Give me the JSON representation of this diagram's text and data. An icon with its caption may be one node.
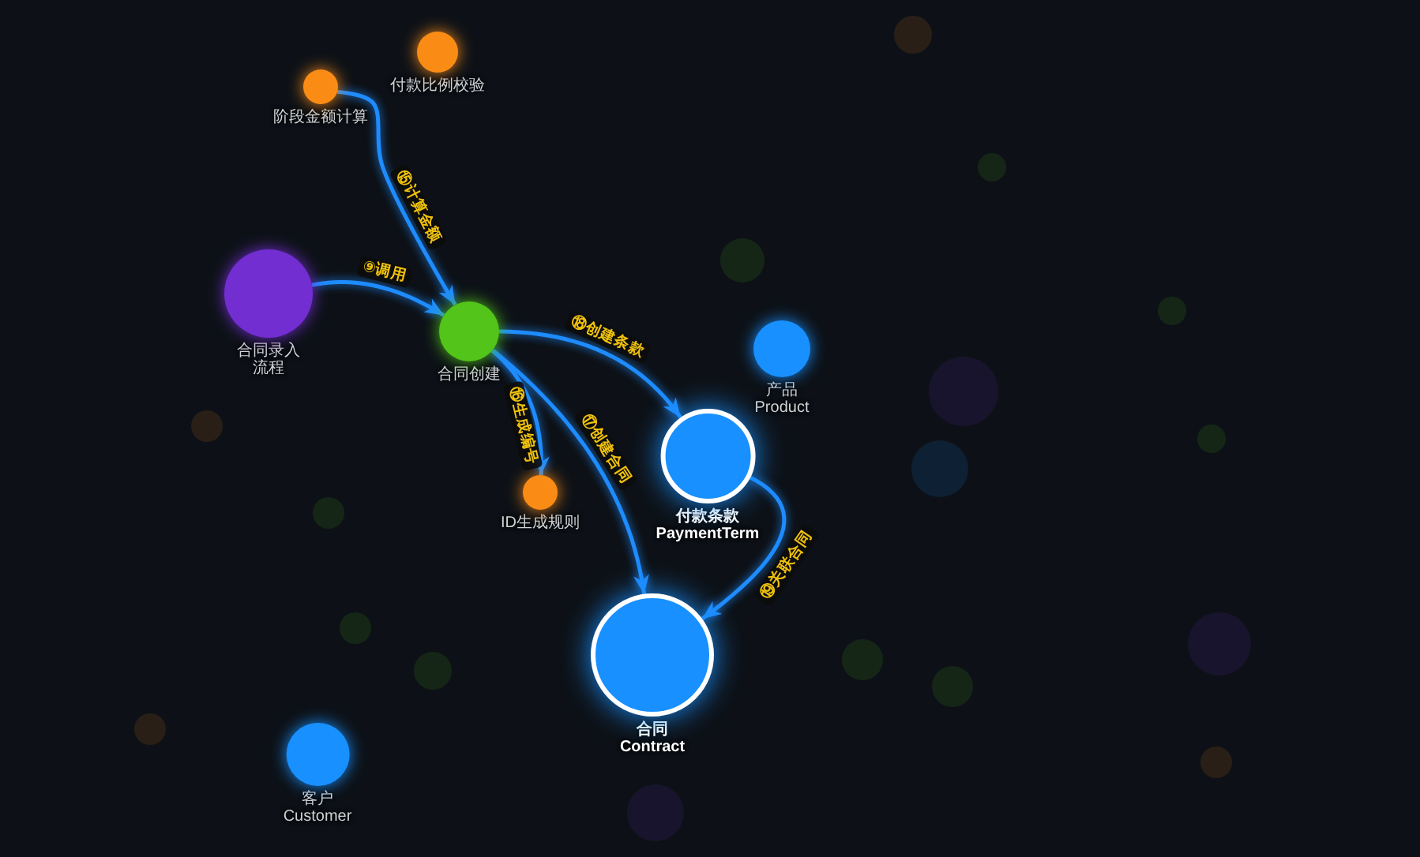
{
  "diagram": {
    "nodes": [
      {
        "text": [
          "阶段金额计算"
        ]
      },
      {
        "text": [
          "付款比例校验"
        ]
      },
      {
        "text": [
          "合同录入流程"
        ]
      },
      {
        "text": [
          "合同创建"
        ]
      },
      {
        "text": [
          "产品 Product"
        ]
      },
      {
        "text": [
          "付款条款 PaymentTerm"
        ]
      },
      {
        "text": [
          "ID生成规则"
        ]
      },
      {
        "text": [
          "合同 Contract"
        ]
      },
      {
        "text": [
          "客户 Customer"
        ]
      },
      {
        "text": [],
        "shape": "circle"
      },
      {
        "text": [],
        "shape": "circle"
      },
      {
        "text": [],
        "shape": "circle"
      },
      {
        "text": [],
        "shape": "circle"
      },
      {
        "text": [],
        "shape": "circle"
      },
      {
        "text": [],
        "shape": "circle"
      },
      {
        "text": [],
        "shape": "circle"
      },
      {
        "text": [],
        "shape": "circle"
      },
      {
        "text": [],
        "shape": "circle"
      },
      {
        "text": [],
        "shape": "circle"
      },
      {
        "text": [],
        "shape": "circle"
      },
      {
        "text": [],
        "shape": "circle"
      },
      {
        "text": [],
        "shape": "circle"
      },
      {
        "text": [],
        "shape": "circle"
      },
      {
        "text": [],
        "shape": "circle"
      },
      {
        "text": [],
        "shape": "circle"
      },
      {
        "text": [],
        "shape": "circle"
      }
    ],
    "edges": [
      {
        "from": 2,
        "to": 3,
        "arrow": "to",
        "label": "⑨调用"
      },
      {
        "from": 0,
        "to": 3,
        "arrow": "to",
        "label": "⑮计算金额"
      },
      {
        "from": 3,
        "to": 6,
        "arrow": "to",
        "label": "⑯生成编号"
      },
      {
        "from": 3,
        "to": 7,
        "arrow": "to",
        "label": "⑰创建合同"
      },
      {
        "from": 3,
        "to": 5,
        "arrow": "to",
        "label": "⑱创建条款"
      },
      {
        "from": 5,
        "to": 7,
        "arrow": "to",
        "label": "⑲关联合同"
      }
    ]
  }
}
